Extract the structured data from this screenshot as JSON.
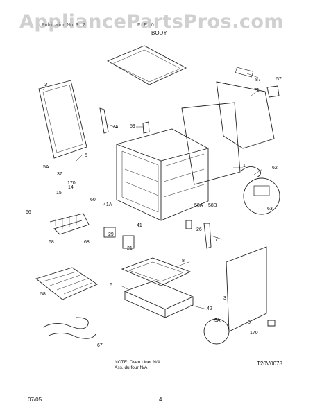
{
  "watermark": "AppliancePartsPros.com",
  "header": {
    "publication": "Publication No. 3...2...",
    "model": "F...E...0...",
    "section": "BODY"
  },
  "note": "NOTE: Oven Liner N/A\nAss. du four N/A",
  "diagram_code": "T20V0078",
  "footer": {
    "date": "07/05",
    "page": "4"
  },
  "callouts": [
    "87",
    "57",
    "71",
    "3",
    "7A",
    "59",
    "5",
    "5A",
    "37",
    "170",
    "14",
    "15",
    "60",
    "41A",
    "62",
    "1",
    "58A",
    "58B",
    "66",
    "63",
    "41",
    "26",
    "7",
    "29",
    "68",
    "68",
    "21",
    "8",
    "6",
    "58",
    "3",
    "42",
    "5A",
    "5",
    "170",
    "67"
  ]
}
